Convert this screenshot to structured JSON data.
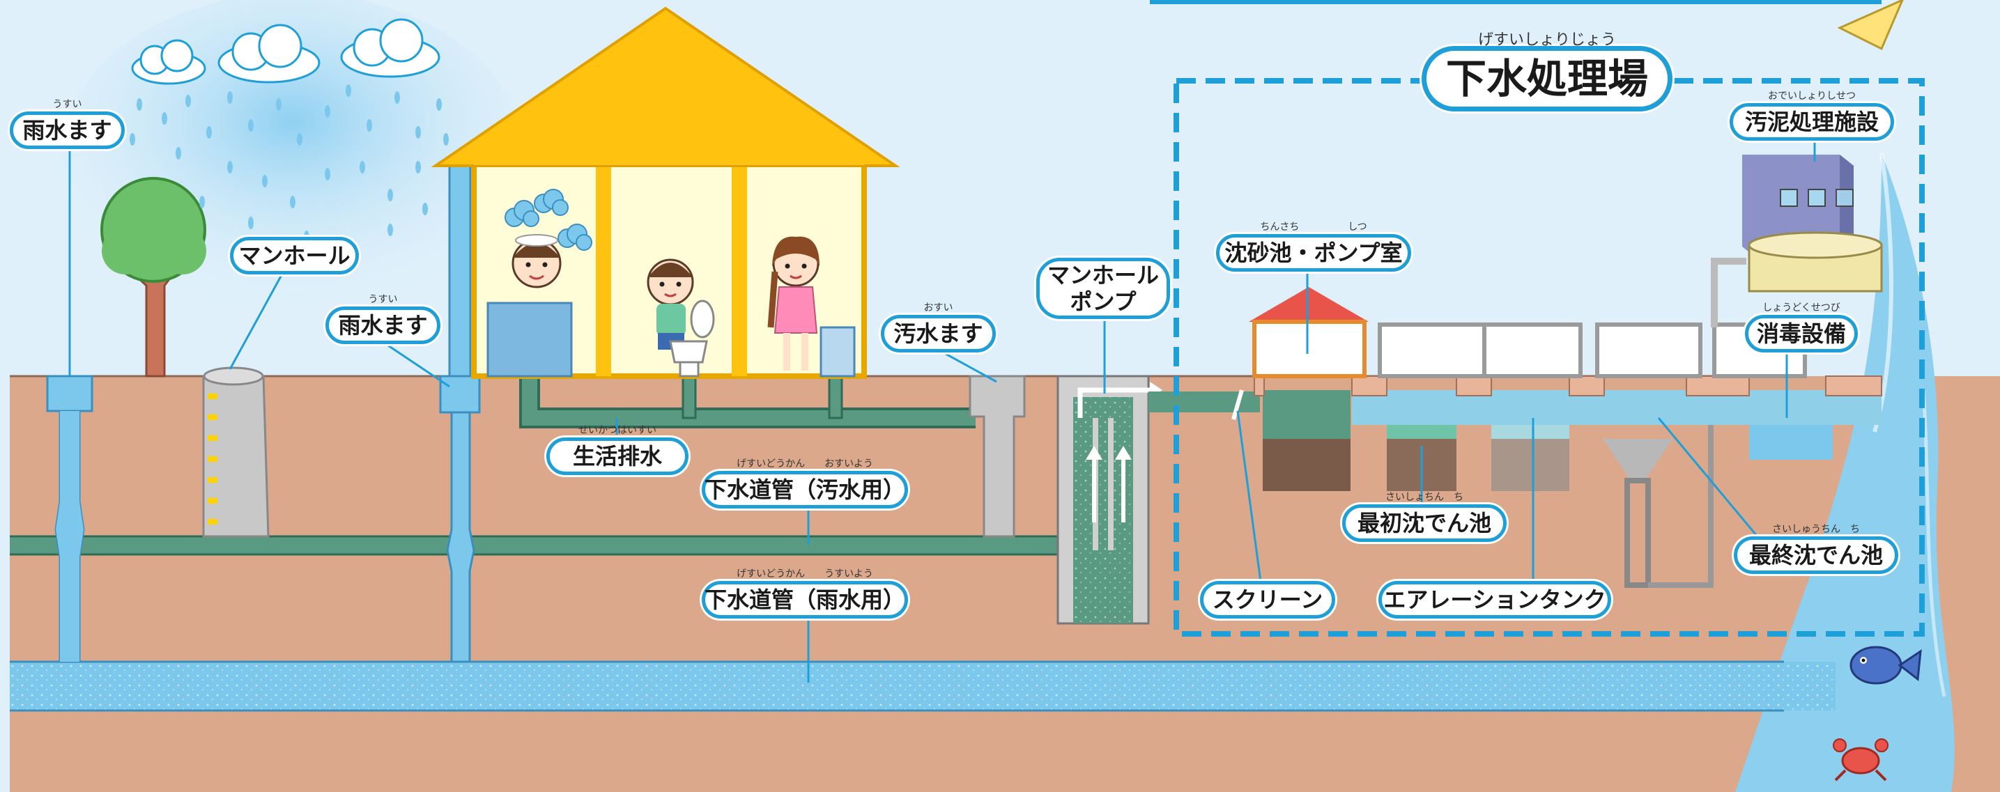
{
  "labels": {
    "title": {
      "text": "下水処理場",
      "ruby": "げすいしょりじょう"
    },
    "rainbox_left": {
      "text": "雨水ます",
      "ruby": "うすい"
    },
    "manhole": {
      "text": "マンホール",
      "ruby": ""
    },
    "rainbox_house": {
      "text": "雨水ます",
      "ruby": "うすい"
    },
    "house_drain": {
      "text": "生活排水",
      "ruby": "せいかつはいすい"
    },
    "sewage_pipe": {
      "text": "下水道管（汚水用）",
      "ruby": "げすいどうかん　　おすいよう"
    },
    "storm_pipe": {
      "text": "下水道管（雨水用）",
      "ruby": "げすいどうかん　　うすいよう"
    },
    "sewage_box": {
      "text": "汚水ます",
      "ruby": "おすい"
    },
    "manhole_pump": {
      "line1": "マンホール",
      "line2": "ポンプ"
    },
    "grit_chamber": {
      "text": "沈砂池・ポンプ室",
      "ruby": "ちんさち　　　　　しつ"
    },
    "sludge": {
      "text": "汚泥処理施設",
      "ruby": "おでいしょりしせつ"
    },
    "disinfection": {
      "text": "消毒設備",
      "ruby": "しょうどくせつび"
    },
    "primary": {
      "text": "最初沈でん池",
      "ruby": "さいしょちん　ち"
    },
    "final": {
      "text": "最終沈でん池",
      "ruby": "さいしゅうちん　ち"
    },
    "screen": {
      "text": "スクリーン",
      "ruby": ""
    },
    "aeration": {
      "text": "エアレーションタンク",
      "ruby": ""
    }
  },
  "colors": {
    "sky": "#dff0fa",
    "ground": "#dba88c",
    "pipe_sewage": "#5a9a82",
    "pipe_storm": "#7cc8ec",
    "river": "#8ccfee",
    "roof": "#ffc20e",
    "label_border": "#1f9fd8",
    "dashed_frame": "#1f9fd8"
  },
  "icons": [
    "cloud-icon",
    "rain-icon",
    "tree-icon",
    "house-icon",
    "person-icon",
    "toilet-icon",
    "fish-icon",
    "crab-icon",
    "paper-plane-icon"
  ]
}
